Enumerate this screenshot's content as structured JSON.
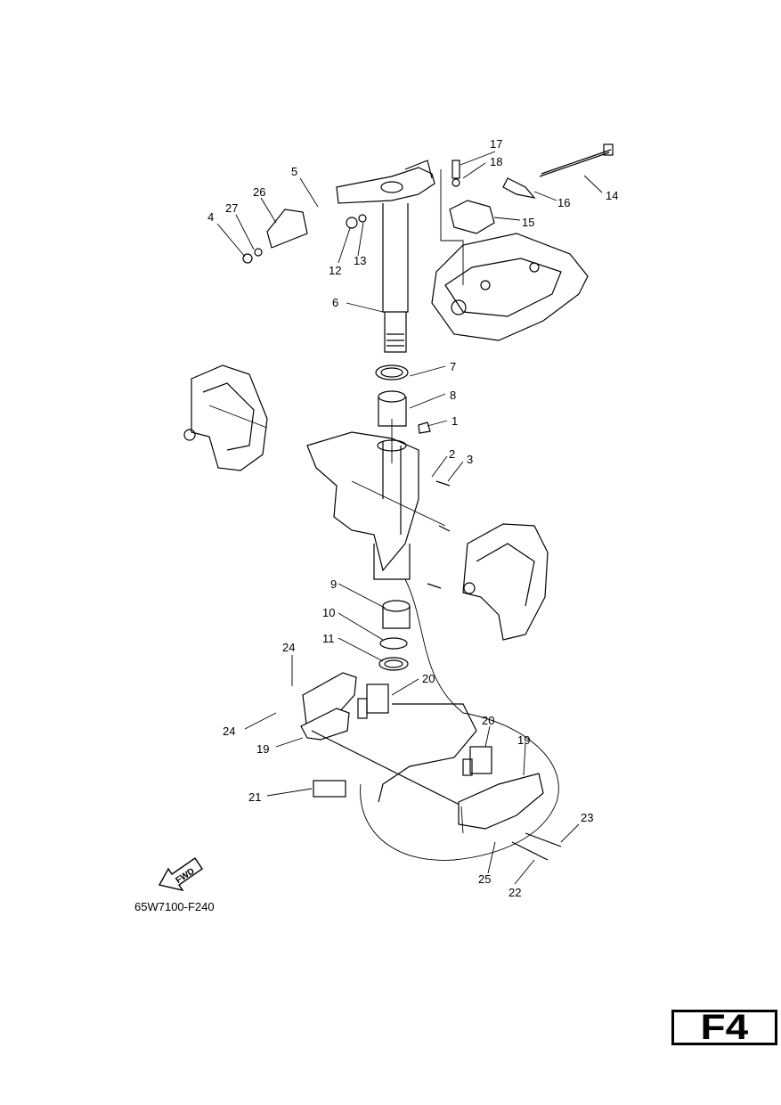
{
  "diagram": {
    "part_code": "65W7100-F240",
    "page_badge": "F4",
    "fwd_label": "FWD",
    "callouts": [
      {
        "id": "c17",
        "label": "17"
      },
      {
        "id": "c18",
        "label": "18"
      },
      {
        "id": "c14",
        "label": "14"
      },
      {
        "id": "c16",
        "label": "16"
      },
      {
        "id": "c15",
        "label": "15"
      },
      {
        "id": "c5",
        "label": "5"
      },
      {
        "id": "c26",
        "label": "26"
      },
      {
        "id": "c27",
        "label": "27"
      },
      {
        "id": "c4",
        "label": "4"
      },
      {
        "id": "c12",
        "label": "12"
      },
      {
        "id": "c13",
        "label": "13"
      },
      {
        "id": "c6",
        "label": "6"
      },
      {
        "id": "c7",
        "label": "7"
      },
      {
        "id": "c8",
        "label": "8"
      },
      {
        "id": "c1",
        "label": "1"
      },
      {
        "id": "c2",
        "label": "2"
      },
      {
        "id": "c3",
        "label": "3"
      },
      {
        "id": "c9",
        "label": "9"
      },
      {
        "id": "c10",
        "label": "10"
      },
      {
        "id": "c11",
        "label": "11"
      },
      {
        "id": "c24a",
        "label": "24"
      },
      {
        "id": "c20a",
        "label": "20"
      },
      {
        "id": "c24b",
        "label": "24"
      },
      {
        "id": "c19a",
        "label": "19"
      },
      {
        "id": "c20b",
        "label": "20"
      },
      {
        "id": "c19b",
        "label": "19"
      },
      {
        "id": "c21",
        "label": "21"
      },
      {
        "id": "c23",
        "label": "23"
      },
      {
        "id": "c25",
        "label": "25"
      },
      {
        "id": "c22",
        "label": "22"
      }
    ]
  }
}
